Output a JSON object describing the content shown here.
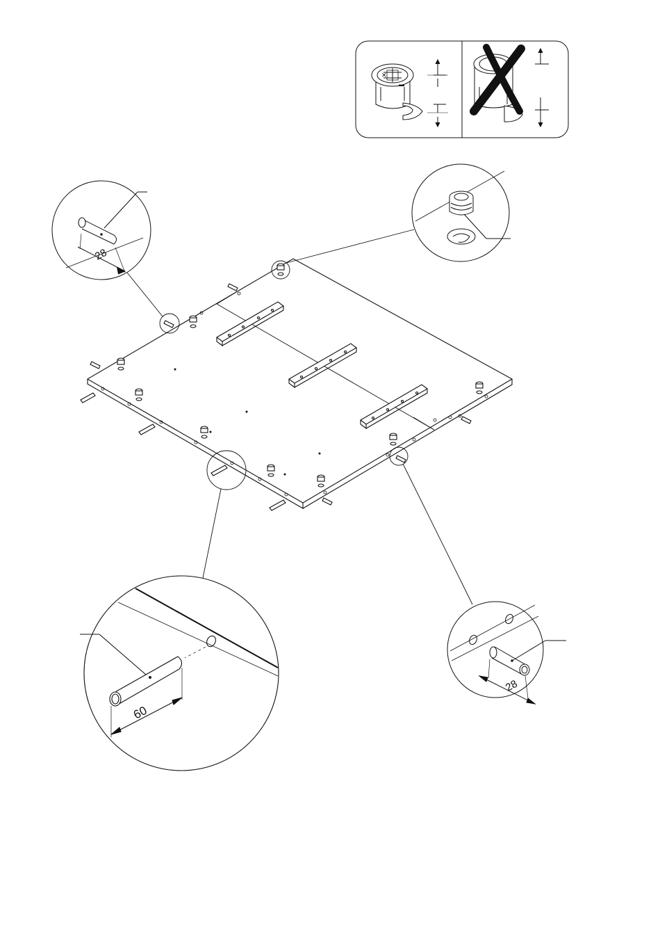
{
  "page": {
    "background": "#ffffff",
    "ink": "#111111",
    "cross_mark_color": "#111111"
  },
  "callouts": {
    "top_left_dowel": {
      "dimension": "28",
      "icon": "short-dowel"
    },
    "bottom_left_dowel": {
      "dimension": "60",
      "icon": "long-dowel"
    },
    "bottom_right_dowel": {
      "dimension": "28",
      "icon": "short-dowel"
    },
    "top_right_cam": {
      "icon": "cam-lock"
    }
  },
  "instruction_box": {
    "correct_panel": {
      "icon": "cam-lock-correct-orientation"
    },
    "wrong_panel": {
      "icon": "cam-lock-wrong-orientation",
      "mark": "x-mark"
    }
  }
}
